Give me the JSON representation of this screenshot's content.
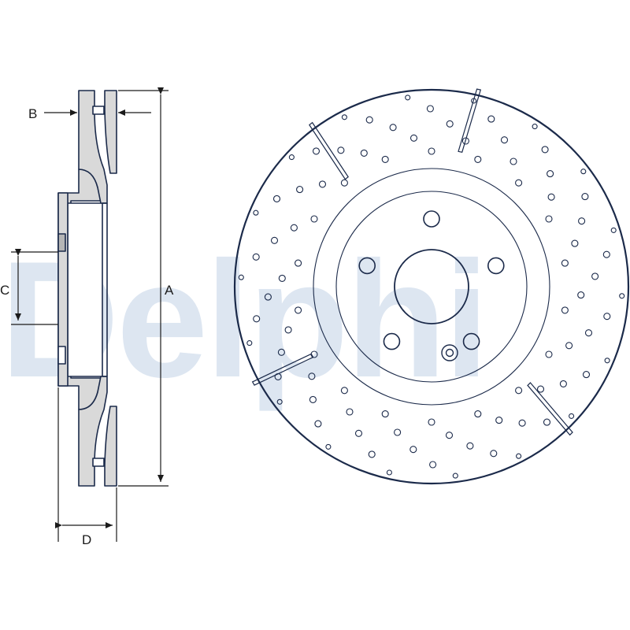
{
  "watermark": {
    "text": "Delphi",
    "color": "#dde6f1"
  },
  "dimensions": {
    "a": "A",
    "b": "B",
    "c": "C",
    "d": "D"
  },
  "colors": {
    "line": "#1b2a4a",
    "rotor_fill": "#d9d9d9",
    "hub_fill": "#ffffff"
  }
}
